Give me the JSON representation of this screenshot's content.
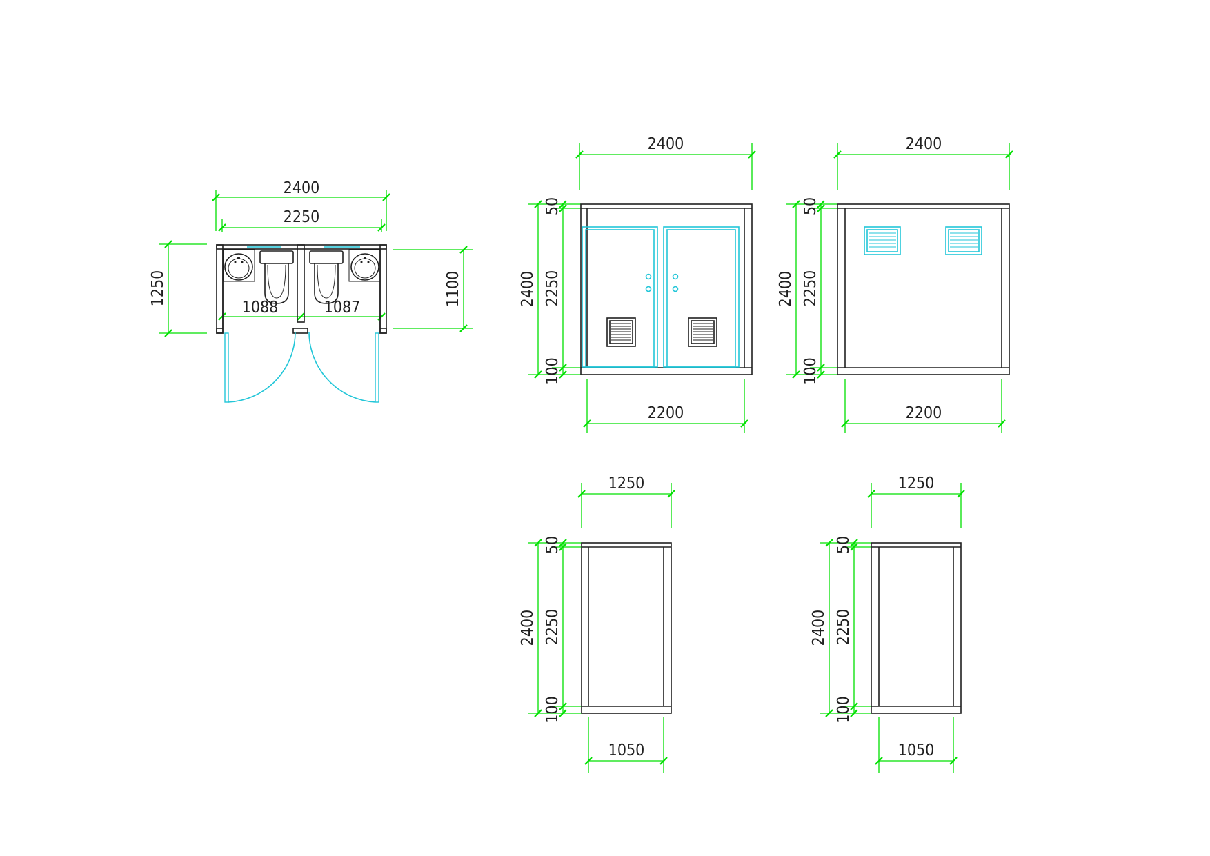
{
  "colors": {
    "dimension": "#00e000",
    "outline": "#202020",
    "fixture": "#22c6d8",
    "background": "#ffffff"
  },
  "plan": {
    "overall_width": "2400",
    "inner_width": "2250",
    "depth": "1250",
    "inner_depth": "1100",
    "stall_left_width": "1088",
    "stall_right_width": "1087"
  },
  "front_elevation": {
    "width": "2400",
    "base_width": "2200",
    "total_height": "2400",
    "body_height": "2250",
    "top_height": "50",
    "bottom_height": "100"
  },
  "rear_elevation": {
    "width": "2400",
    "base_width": "2200",
    "total_height": "2400",
    "body_height": "2250",
    "top_height": "50",
    "bottom_height": "100"
  },
  "side_elevation_left": {
    "width": "1250",
    "base_width": "1050",
    "total_height": "2400",
    "body_height": "2250",
    "top_height": "50",
    "bottom_height": "100"
  },
  "side_elevation_right": {
    "width": "1250",
    "base_width": "1050",
    "total_height": "2400",
    "body_height": "2250",
    "top_height": "50",
    "bottom_height": "100"
  },
  "icons": [
    "washbasin-icon",
    "toilet-icon",
    "door-swing-icon",
    "louver-vent-icon",
    "door-handle-icon"
  ]
}
